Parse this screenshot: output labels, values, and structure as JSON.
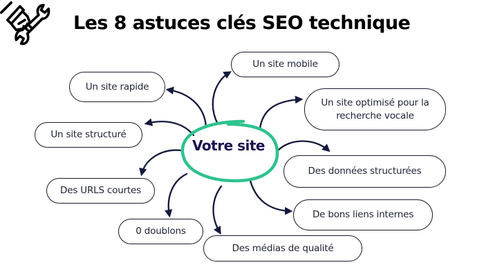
{
  "header": {
    "title": "Les 8 astuces clés SEO technique",
    "icon": "hand-wrench-icon"
  },
  "center": {
    "label": "Votre site",
    "ring_color": "#2ec28e",
    "text_color": "#1a1150"
  },
  "nodes": [
    {
      "id": "mobile",
      "label": "Un site mobile"
    },
    {
      "id": "vocal",
      "label_line1": "Un site optimisé pour la",
      "label_line2": "recherche vocale"
    },
    {
      "id": "structured-data",
      "label": "Des données structurées"
    },
    {
      "id": "internal-links",
      "label": "De bons liens internes"
    },
    {
      "id": "media",
      "label": "Des médias de qualité"
    },
    {
      "id": "duplicates",
      "label": "0 doublons"
    },
    {
      "id": "short-urls",
      "label": "Des URLS courtes"
    },
    {
      "id": "structured-site",
      "label": "Un site structuré"
    },
    {
      "id": "fast",
      "label": "Un site rapide"
    }
  ],
  "colors": {
    "arrow": "#141a3c",
    "border": "#1a1a2e"
  }
}
